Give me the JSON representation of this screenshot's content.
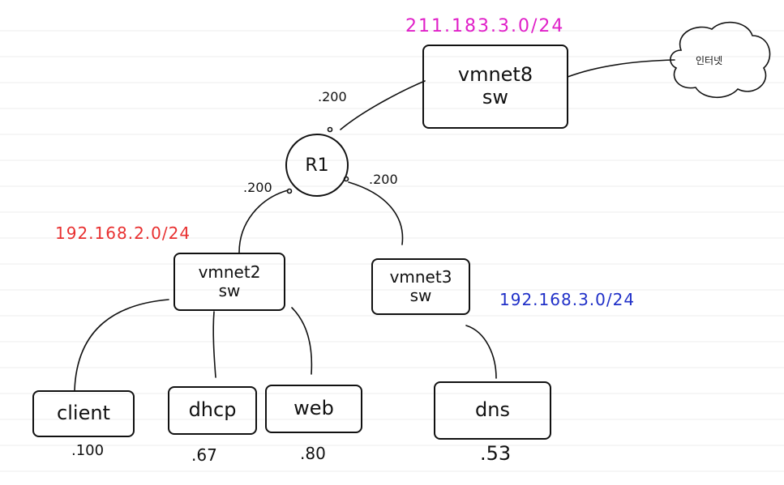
{
  "networks": {
    "vmnet8_subnet": "211.183.3.0/24",
    "vmnet2_subnet": "192.168.2.0/24",
    "vmnet3_subnet": "192.168.3.0/24"
  },
  "nodes": {
    "vmnet8": {
      "line1": "vmnet8",
      "line2": "sw"
    },
    "vmnet2": {
      "line1": "vmnet2",
      "line2": "sw"
    },
    "vmnet3": {
      "line1": "vmnet3",
      "line2": "sw"
    },
    "router": "R1",
    "internet": "인터넷",
    "client": "client",
    "dhcp": "dhcp",
    "web": "web",
    "dns": "dns"
  },
  "addresses": {
    "r1_vmnet8": ".200",
    "r1_vmnet2": ".200",
    "r1_vmnet3": ".200",
    "client": ".100",
    "dhcp": ".67",
    "web": ".80",
    "dns": ".53"
  },
  "colors": {
    "vmnet8_subnet": "#e020c8",
    "vmnet2_subnet": "#e83030",
    "vmnet3_subnet": "#2030c8"
  }
}
